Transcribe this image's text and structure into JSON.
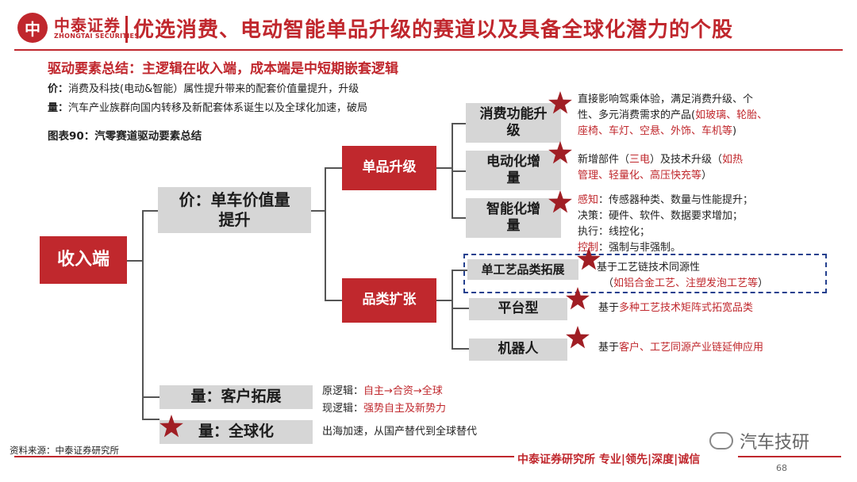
{
  "header": {
    "logo_mark": "中",
    "logo_name": "中泰证券",
    "logo_en": "ZHONGTAI SECURITIES",
    "title": "优选消费、电动智能单品升级的赛道以及具备全球化潜力的个股"
  },
  "summary": {
    "subtitle": "驱动要素总结：主逻辑在收入端，成本端是中短期嵌套逻辑",
    "price_label": "价：",
    "price_text": "消费及科技(电动&智能）属性提升带来的配套价值量提升，升级",
    "volume_label": "量：",
    "volume_text": "汽车产业族群向国内转移及新配套体系诞生以及全球化加速，破局"
  },
  "figure": {
    "title": "图表90：汽零赛道驱动要素总结"
  },
  "nodes": {
    "root": "收入端",
    "price": "价：单车价值量提升",
    "volume_customer": "量：客户拓展",
    "volume_global": "量：全球化",
    "single_upgrade": "单品升级",
    "category_expand": "品类扩张",
    "consumer_upgrade": "消费功能升级",
    "electrification": "电动化增量",
    "intelligence": "智能化增量",
    "process_expand": "单工艺品类拓展",
    "platform": "平台型",
    "robot": "机器人"
  },
  "descriptions": {
    "consumer_1": "直接影响驾乘体验，满足消费升级、个",
    "consumer_2a": "性、多元消费需求的产品(",
    "consumer_2b": "如玻璃、轮胎、",
    "consumer_3": "座椅、车灯、空悬、外饰、车机等",
    "consumer_3b": ")",
    "elec_1a": "新增部件（",
    "elec_1b": "三电",
    "elec_1c": "）及技术升级（",
    "elec_1d": "如热",
    "elec_2": "管理、轻量化、高压快充等",
    "elec_2b": "）",
    "intel_1a": "感知",
    "intel_1b": "：传感器种类、数量与性能提升；",
    "intel_2": "决策：硬件、软件、数据要求增加；",
    "intel_3": "执行：线控化；",
    "intel_4a": "控制",
    "intel_4b": "：强制与非强制。",
    "process_1": "基于工艺链技术同源性",
    "process_2a": "（",
    "process_2b": "如铝合金工艺、注塑发泡工艺等",
    "process_2c": "）",
    "platform_1a": "基于",
    "platform_1b": "多种工艺技术矩阵式拓宽品类",
    "robot_1a": "基于",
    "robot_1b": "客户、工艺同源产业链延伸应用",
    "customer_1a": "原逻辑：",
    "customer_1b": "自主→合资→全球",
    "customer_2a": "现逻辑：",
    "customer_2b": "强势自主及新势力",
    "global_1": "出海加速，从国产替代到全球替代"
  },
  "footer": {
    "source": "资料来源：中泰证券研究所",
    "slogan": "中泰证券研究所 专业|领先|深度|诚信",
    "page": "68",
    "watermark": "汽车技研"
  },
  "colors": {
    "accent_red": "#c0282d",
    "box_gray": "#d6d6d6",
    "dash_blue": "#24408e"
  }
}
